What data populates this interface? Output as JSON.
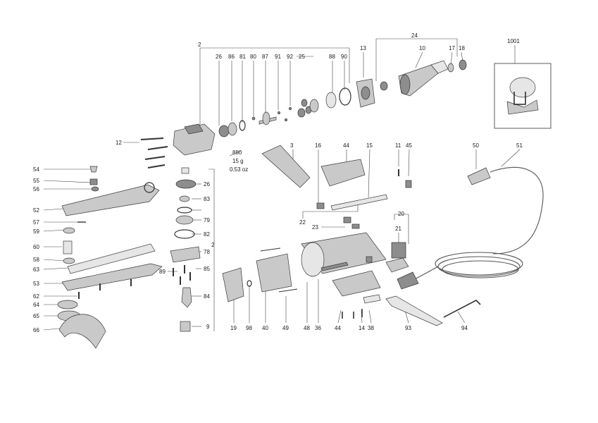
{
  "grease_note": {
    "part": "880",
    "weight_g": "15 g",
    "weight_oz": "0.53 oz"
  },
  "inset_label": "1001",
  "labels": {
    "l2a": "2",
    "l26a": "26",
    "l86": "86",
    "l81": "81",
    "l80": "80",
    "l87": "87",
    "l91": "91",
    "l92": "92",
    "l25": "25",
    "l88": "88",
    "l90": "90",
    "l13": "13",
    "l24": "24",
    "l10": "10",
    "l17": "17",
    "l18": "18",
    "l12": "12",
    "l3": "3",
    "l16": "16",
    "l44a": "44",
    "l15": "15",
    "l11": "11",
    "l45": "45",
    "l50": "50",
    "l51": "51",
    "l54": "54",
    "l55": "55",
    "l56": "56",
    "l52": "52",
    "l57": "57",
    "l59": "59",
    "l60": "60",
    "l58": "58",
    "l63": "63",
    "l53": "53",
    "l62": "62",
    "l64": "64",
    "l65": "65",
    "l66": "66",
    "l26b": "26",
    "l83": "83",
    "l79": "79",
    "l82": "82",
    "l2b": "2",
    "l78": "78",
    "l89": "89",
    "l85": "85",
    "l84": "84",
    "l9": "9",
    "l19": "19",
    "l98": "98",
    "l40": "40",
    "l49": "49",
    "l48": "48",
    "l36": "36",
    "l44b": "44",
    "l14": "14",
    "l38": "38",
    "l22": "22",
    "l23": "23",
    "l20": "20",
    "l21": "21",
    "l93": "93",
    "l94": "94"
  }
}
